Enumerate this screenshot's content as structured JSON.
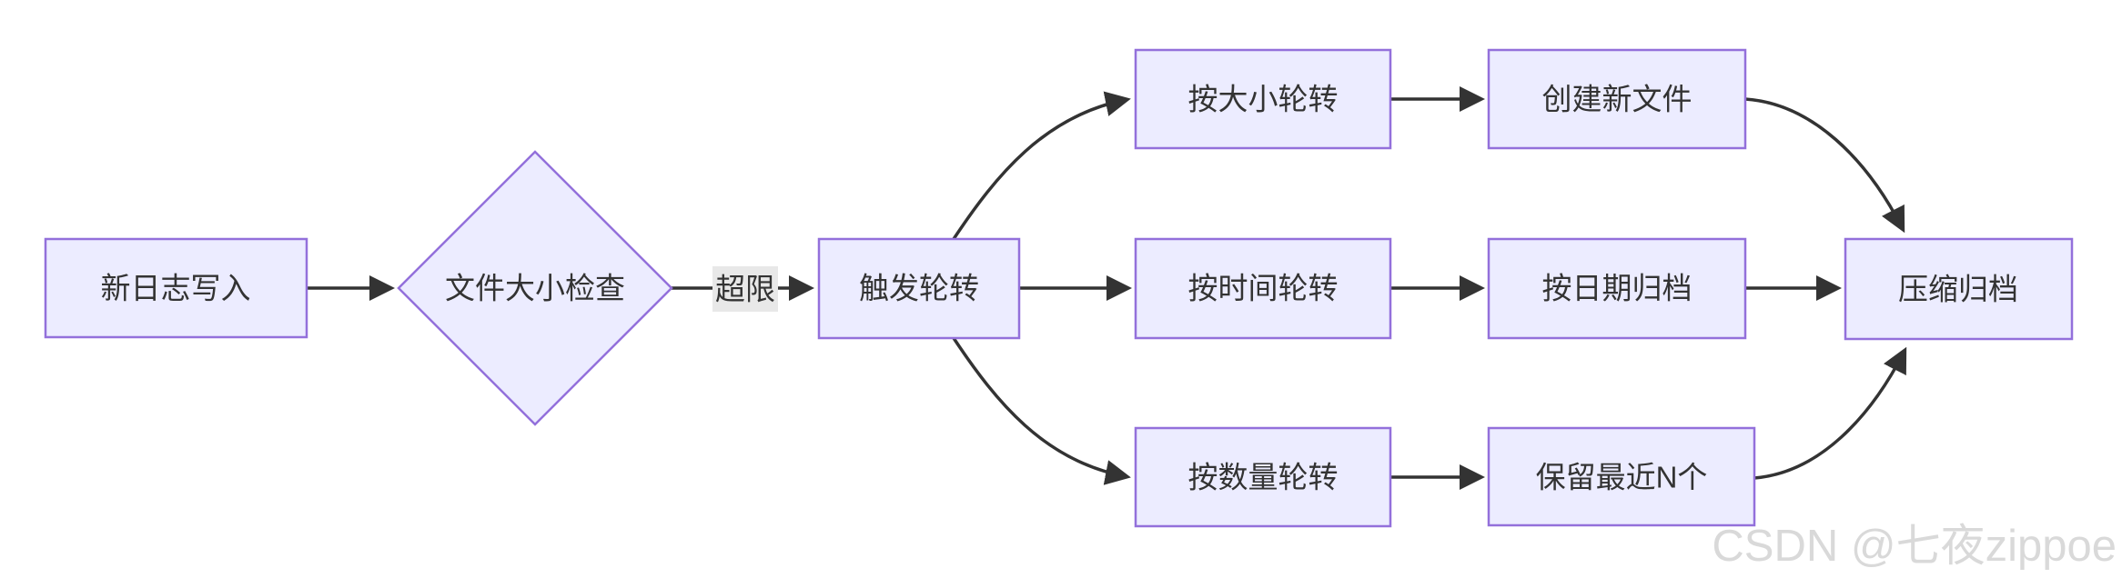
{
  "diagram": {
    "type": "flowchart-LR",
    "topic": "log-rotation-flow",
    "colors": {
      "node_fill": "#ECECFF",
      "node_border": "#9370DB",
      "edge_stroke": "#333333",
      "node_text": "#333333",
      "edge_label_bg": "#e8e8e8",
      "watermark": "#d9d9d9",
      "background": "#ffffff"
    },
    "nodes": [
      {
        "id": "new-log-write",
        "shape": "rect",
        "label": "新日志写入"
      },
      {
        "id": "file-size-check",
        "shape": "diamond",
        "label": "文件大小检查"
      },
      {
        "id": "trigger-rotate",
        "shape": "rect",
        "label": "触发轮转"
      },
      {
        "id": "rotate-by-size",
        "shape": "rect",
        "label": "按大小轮转"
      },
      {
        "id": "rotate-by-time",
        "shape": "rect",
        "label": "按时间轮转"
      },
      {
        "id": "rotate-by-count",
        "shape": "rect",
        "label": "按数量轮转"
      },
      {
        "id": "create-new-file",
        "shape": "rect",
        "label": "创建新文件"
      },
      {
        "id": "archive-by-date",
        "shape": "rect",
        "label": "按日期归档"
      },
      {
        "id": "keep-recent-n",
        "shape": "rect",
        "label": "保留最近N个"
      },
      {
        "id": "compress-archive",
        "shape": "rect",
        "label": "压缩归档"
      }
    ],
    "edges": [
      {
        "from": "new-log-write",
        "to": "file-size-check",
        "label": ""
      },
      {
        "from": "file-size-check",
        "to": "trigger-rotate",
        "label": "超限"
      },
      {
        "from": "trigger-rotate",
        "to": "rotate-by-size",
        "label": ""
      },
      {
        "from": "trigger-rotate",
        "to": "rotate-by-time",
        "label": ""
      },
      {
        "from": "trigger-rotate",
        "to": "rotate-by-count",
        "label": ""
      },
      {
        "from": "rotate-by-size",
        "to": "create-new-file",
        "label": ""
      },
      {
        "from": "rotate-by-time",
        "to": "archive-by-date",
        "label": ""
      },
      {
        "from": "rotate-by-count",
        "to": "keep-recent-n",
        "label": ""
      },
      {
        "from": "create-new-file",
        "to": "compress-archive",
        "label": ""
      },
      {
        "from": "archive-by-date",
        "to": "compress-archive",
        "label": ""
      },
      {
        "from": "keep-recent-n",
        "to": "compress-archive",
        "label": ""
      }
    ],
    "edge_label": {
      "text": "超限"
    },
    "watermark": "CSDN @七夜zippoe"
  }
}
